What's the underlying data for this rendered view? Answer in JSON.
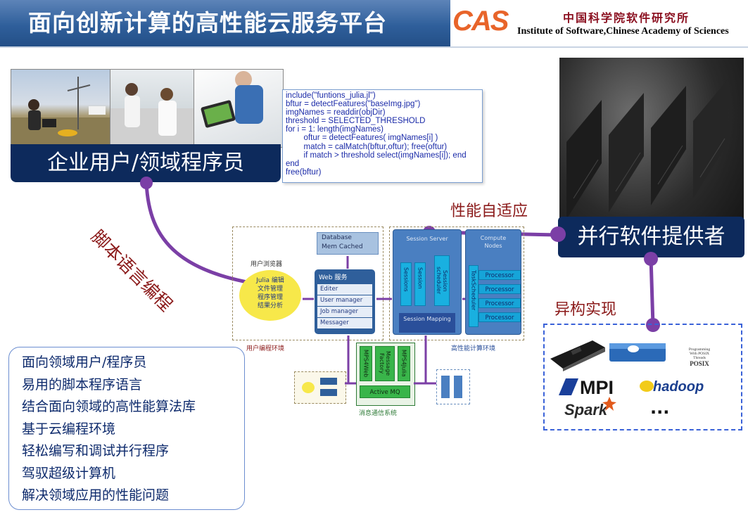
{
  "header": {
    "title": "面向创新计算的高性能云服务平台",
    "logo_text": "CAS",
    "institute_cn": "中国科学院软件研究所",
    "institute_en": "Institute of Software,Chinese Academy of Sciences"
  },
  "users": {
    "label": "企业用户/领域程序员"
  },
  "code": {
    "lines": [
      "include(\"funtions_julia.jl\")",
      "bftur = detectFeatures(\"baseImg.jpg\")",
      "imgNames = readdir(objDir)",
      "threshold = SELECTED_THRESHOLD",
      "for i = 1: length(imgNames)",
      "        oftur = detectFeatures( imgNames[i] )",
      "        match = calMatch(bftur,oftur); free(oftur)",
      "        if match > threshold select(imgNames[i]); end",
      "end",
      "free(bftur)"
    ]
  },
  "labels": {
    "script_programming": "脚本语言编程",
    "adaptive": "性能自适应",
    "parallel_provider": "并行软件提供者",
    "heterogeneous": "异构实现"
  },
  "architecture": {
    "database": "Database",
    "mem_cached": "Mem Cached",
    "user_browser": "用户浏览器",
    "browser_items": [
      "Julia 编辑",
      "文件管理",
      "程序管理",
      "结果分析"
    ],
    "web_service": "Web 服务",
    "web_items": [
      "Editer",
      "User manager",
      "Job manager",
      "Messager"
    ],
    "session_server": "Session Server",
    "sessions": "Sessions",
    "session": "Session",
    "session_scheduler": "Session scheduler",
    "session_mapping": "Session Mapping",
    "compute_nodes": "Compute Nodes",
    "task_scheduler": "TaskScheduler",
    "processors": [
      "Processor",
      "Processor",
      "Processor",
      "Processor"
    ],
    "user_env": "用户编程环境",
    "hpc_env": "高性能计算环境",
    "mps4web": "MPS4Web",
    "message_factory": "Message Factory",
    "mps4julia": "MPS4Julia",
    "active_mq": "Active MQ",
    "messaging": "消息通信系统"
  },
  "hetero": {
    "posix_line1": "Programming",
    "posix_line2": "With POSIX",
    "posix_line3": "Threads",
    "posix": "POSIX",
    "mpi": "MPI",
    "hadoop": "hadoop",
    "spark": "Spark",
    "more": "..."
  },
  "features": [
    "面向领域用户/程序员",
    "易用的脚本程序语言",
    "结合面向领域的高性能算法库",
    "基于云编程环境",
    "轻松编写和调试并行程序",
    "驾驭超级计算机",
    "解决领域应用的性能问题"
  ],
  "colors": {
    "navy": "#0d2a5c",
    "accent_red": "#8b1a1a",
    "purple_connector": "#7b3fa6",
    "cas_orange": "#e8642a"
  }
}
